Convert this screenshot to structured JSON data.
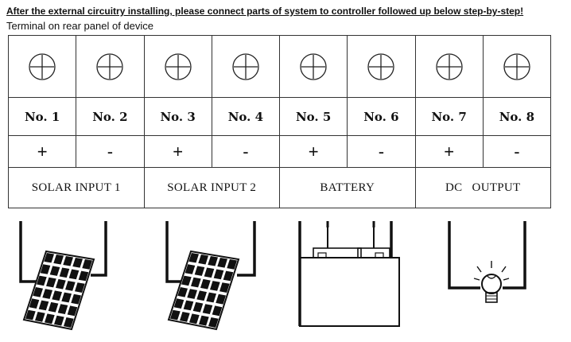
{
  "heading": "After the external circuitry installing, please connect parts of system to controller followed up below step-by-step!",
  "subheading": "Terminal on rear panel of device",
  "terminals": [
    {
      "number": "No. 1",
      "polarity": "+"
    },
    {
      "number": "No. 2",
      "polarity": "-"
    },
    {
      "number": "No. 3",
      "polarity": "+"
    },
    {
      "number": "No. 4",
      "polarity": "-"
    },
    {
      "number": "No. 5",
      "polarity": "+"
    },
    {
      "number": "No. 6",
      "polarity": "-"
    },
    {
      "number": "No. 7",
      "polarity": "+"
    },
    {
      "number": "No. 8",
      "polarity": "-"
    }
  ],
  "groups": [
    "SOLAR INPUT 1",
    "SOLAR INPUT 2",
    "BATTERY",
    "DC   OUTPUT"
  ],
  "icons": {
    "terminal": "screw-terminal-icon",
    "solar": "solar-panel-icon",
    "battery": "battery-icon",
    "load": "light-bulb-icon"
  }
}
